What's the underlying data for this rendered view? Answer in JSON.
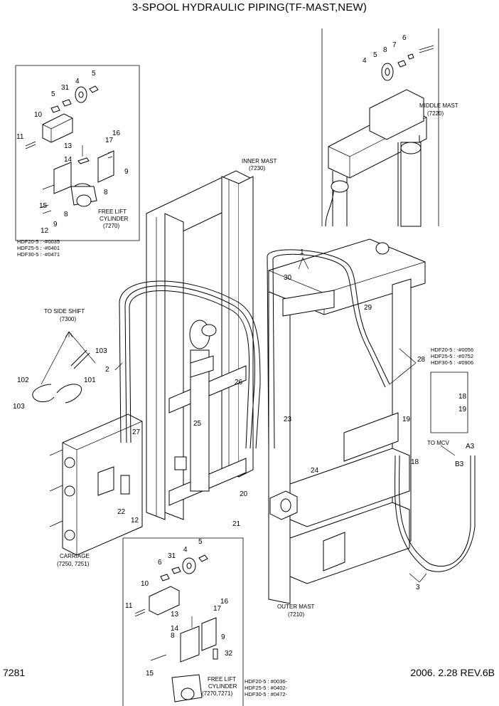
{
  "title": "3-SPOOL HYDRAULIC PIPING(TF-MAST,NEW)",
  "footer": {
    "page_code": "7281",
    "date_rev": "2006. 2.28  REV.6B"
  },
  "captions": {
    "inner_mast": [
      "INNER MAST",
      "(7230)"
    ],
    "middle_mast": [
      "MIDDLE MAST",
      "(7220)"
    ],
    "outer_mast": [
      "OUTER MAST",
      "(7210)"
    ],
    "carriage": [
      "CARRIAGE",
      "(7250, 7251)"
    ],
    "to_side_shift": [
      "TO SIDE SHIFT",
      "(7300)"
    ],
    "to_mcv": "TO MCV",
    "free_lift_top": [
      "FREE LIFT",
      "CYLINDER",
      "(7270)"
    ],
    "free_lift_bottom": [
      "FREE LIFT",
      "CYLINDER",
      "(7270,7271)"
    ]
  },
  "notes": {
    "top_left": [
      "HDF20-5 : -#0035",
      "HDF25-5 : -#0401",
      "HDF30-5 : -#0471"
    ],
    "right": [
      "HDF20-5 : -#0056",
      "HDF25-5 : -#0752",
      "HDF30-5 : -#0906"
    ],
    "bottom": [
      "HDF20-5 : #0036-",
      "HDF25-5 : #0402-",
      "HDF30-5 : #0472-"
    ]
  },
  "callouts": {
    "tl_4": "4",
    "tl_5": "5",
    "tl_31": "31",
    "tl_10": "10",
    "tl_11": "11",
    "tl_13": "13",
    "tl_14": "14",
    "tl_16": "16",
    "tl_17": "17",
    "tl_9a": "9",
    "tl_8a": "8",
    "tl_15": "15",
    "tl_8b": "8",
    "tl_9b": "9",
    "tl_12": "12",
    "mm_6": "6",
    "mm_7": "7",
    "mm_8": "8",
    "mm_5": "5",
    "mm_4": "4",
    "c_1": "1",
    "c_30": "30",
    "c_29": "29",
    "c_28": "28",
    "c_18a": "18",
    "c_19a": "19",
    "c_19b": "19",
    "c_18b": "18",
    "c_a3": "A3",
    "c_b3": "B3",
    "c_2": "2",
    "c_103a": "103",
    "c_101": "101",
    "c_102": "102",
    "c_103b": "103",
    "c_26": "26",
    "c_27": "27",
    "c_25": "25",
    "c_23": "23",
    "c_24": "24",
    "c_20": "20",
    "c_21": "21",
    "c_22": "22",
    "c_12": "12",
    "c_3": "3",
    "bl_5": "5",
    "bl_4": "4",
    "bl_31": "31",
    "bl_6": "6",
    "bl_10": "10",
    "bl_11": "11",
    "bl_13": "13",
    "bl_16": "16",
    "bl_17": "17",
    "bl_14": "14",
    "bl_8": "8",
    "bl_9": "9",
    "bl_32": "32",
    "bl_15": "15"
  }
}
